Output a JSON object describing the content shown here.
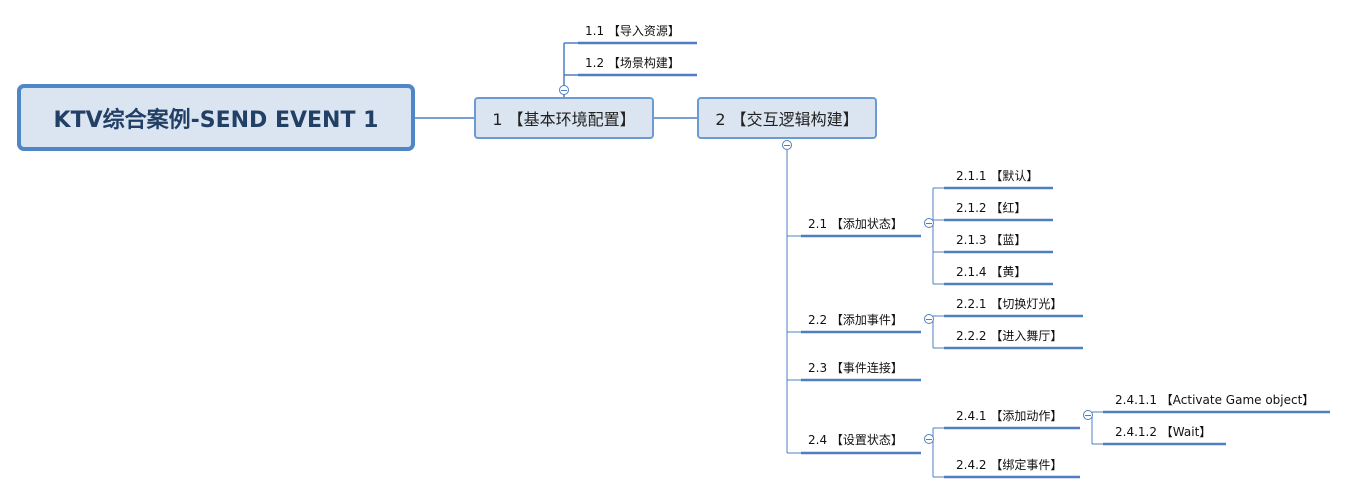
{
  "root": {
    "label": "KTV综合案例-SEND EVENT 1"
  },
  "branch1": {
    "label": "1 【基本环境配置】",
    "children": [
      "1.1 【导入资源】",
      "1.2 【场景构建】"
    ]
  },
  "branch2": {
    "label": "2 【交互逻辑构建】",
    "children": {
      "n21": {
        "label": "2.1 【添加状态】",
        "children": [
          "2.1.1 【默认】",
          "2.1.2 【红】",
          "2.1.3 【蓝】",
          "2.1.4 【黄】"
        ]
      },
      "n22": {
        "label": "2.2 【添加事件】",
        "children": [
          "2.2.1 【切换灯光】",
          "2.2.2 【进入舞厅】"
        ]
      },
      "n23": {
        "label": "2.3 【事件连接】"
      },
      "n24": {
        "label": "2.4 【设置状态】",
        "n241": {
          "label": "2.4.1 【添加动作】",
          "children": [
            "2.4.1.1 【Activate Game object】",
            "2.4.1.2 【Wait】"
          ]
        },
        "n242": {
          "label": "2.4.2 【绑定事件】"
        }
      }
    }
  },
  "colors": {
    "line": "#4f7fc0",
    "node_fill": "#dbe5f1",
    "root_border": "#4f86c6",
    "root_text": "#223f66"
  }
}
